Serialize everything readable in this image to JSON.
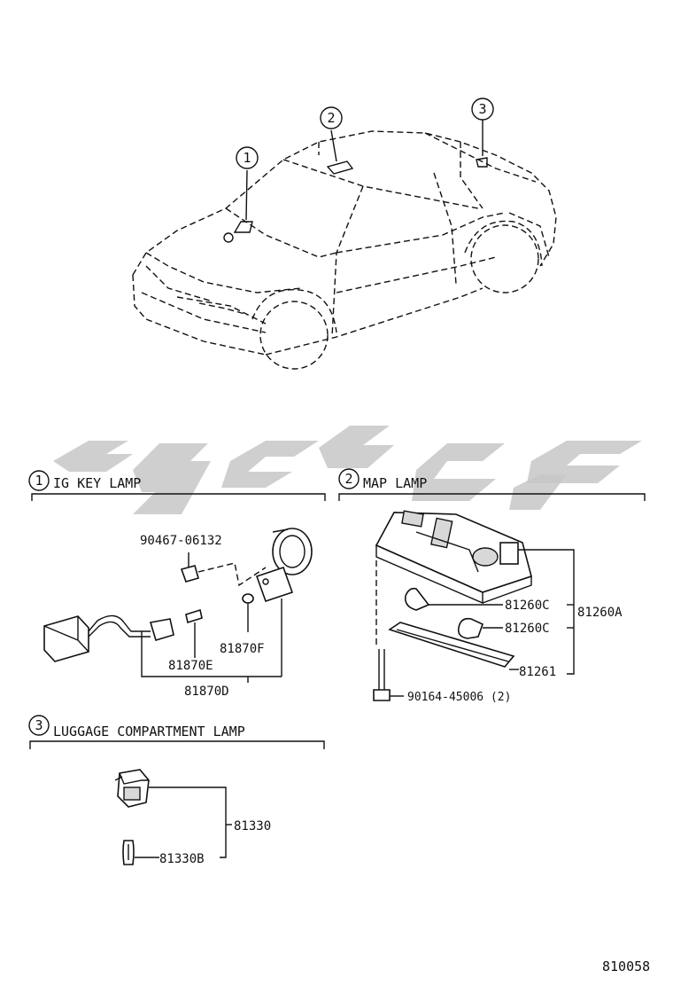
{
  "markers": {
    "m1": "1",
    "m2": "2",
    "m3": "3"
  },
  "sections": {
    "ig_key_lamp": {
      "number": "1",
      "title": "IG KEY LAMP",
      "parts": {
        "p90467": "90467-06132",
        "p81870F": "81870F",
        "p81870E": "81870E",
        "p81870D": "81870D"
      }
    },
    "map_lamp": {
      "number": "2",
      "title": "MAP LAMP",
      "parts": {
        "p81260C_1": "81260C",
        "p81260C_2": "81260C",
        "p81260A": "81260A",
        "p81261": "81261",
        "p90164": "90164-45006 (2)"
      }
    },
    "luggage_lamp": {
      "number": "3",
      "title": "LUGGAGE COMPARTMENT LAMP",
      "parts": {
        "p81330": "81330",
        "p81330B": "81330B"
      }
    }
  },
  "figure_code": "810058"
}
